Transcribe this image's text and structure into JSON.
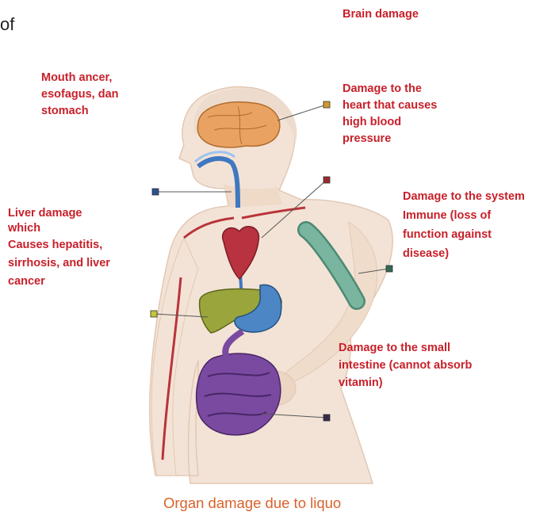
{
  "header_fragment": "of",
  "labels": {
    "brain": "Brain damage",
    "mouth": [
      "Mouth ancer,",
      "esofagus, dan",
      "stomach"
    ],
    "heart": [
      "Damage to the",
      "heart that causes",
      "high blood",
      "pressure"
    ],
    "immune": [
      "Damage to the system",
      "Immune (loss of",
      "function against",
      "disease)"
    ],
    "liver": [
      "Liver damage",
      "which",
      "Causes hepatitis,",
      "sirrhosis, and liver",
      "cancer"
    ],
    "intestine": [
      "Damage to the small",
      "intestine (cannot absorb",
      "vitamin)"
    ]
  },
  "caption": "Organ damage due to liquo",
  "colors": {
    "label_text": "#c8202a",
    "caption_text": "#d9622b",
    "skin": "#f3e3d6",
    "brain": "#e9a262",
    "heart": "#b8323f",
    "liver": "#9aa53b",
    "stomach": "#4c86c4",
    "intestine": "#7a4aa0",
    "bone": "#7ab59f",
    "vessel_red": "#b9343b",
    "vessel_blue": "#3f78c0"
  },
  "marker_icons": [
    "marker-square-icon"
  ]
}
